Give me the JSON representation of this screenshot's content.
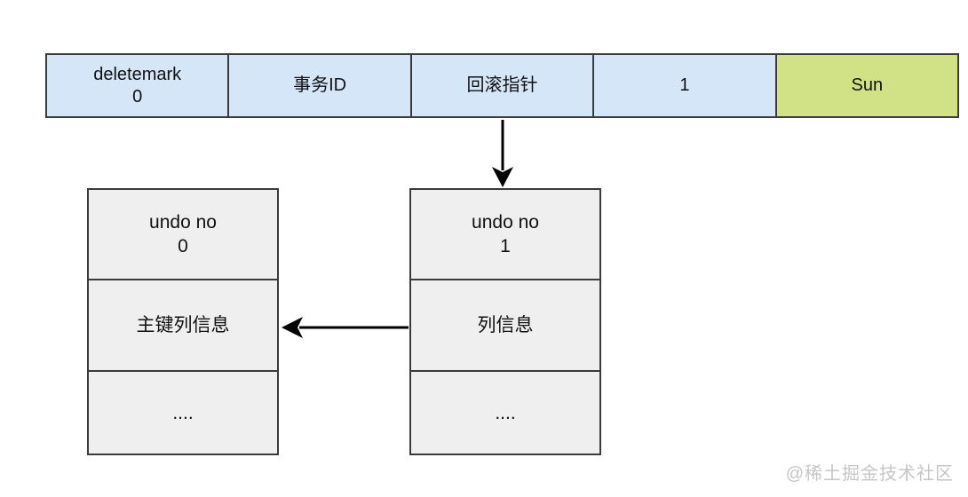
{
  "record_row": {
    "cells": [
      {
        "line1": "deletemark",
        "line2": "0"
      },
      {
        "line1": "事务ID",
        "line2": ""
      },
      {
        "line1": "回滚指针",
        "line2": ""
      },
      {
        "line1": "1",
        "line2": ""
      },
      {
        "line1": "Sun",
        "line2": ""
      }
    ]
  },
  "left_box": {
    "rows": [
      {
        "line1": "undo no",
        "line2": "0"
      },
      {
        "line1": "主键列信息",
        "line2": ""
      },
      {
        "line1": "....",
        "line2": ""
      }
    ]
  },
  "right_box": {
    "rows": [
      {
        "line1": "undo no",
        "line2": "1"
      },
      {
        "line1": "列信息",
        "line2": ""
      },
      {
        "line1": "....",
        "line2": ""
      }
    ]
  },
  "watermark": "@稀土掘金技术社区",
  "colors": {
    "cell_blue": "#d4e6f8",
    "cell_green": "#d0e186",
    "box_gray": "#efefef",
    "border": "#3b3b3b",
    "arrow": "#000000",
    "watermark_gray": "#c6c6c6",
    "page_bg": "#ffffff"
  }
}
